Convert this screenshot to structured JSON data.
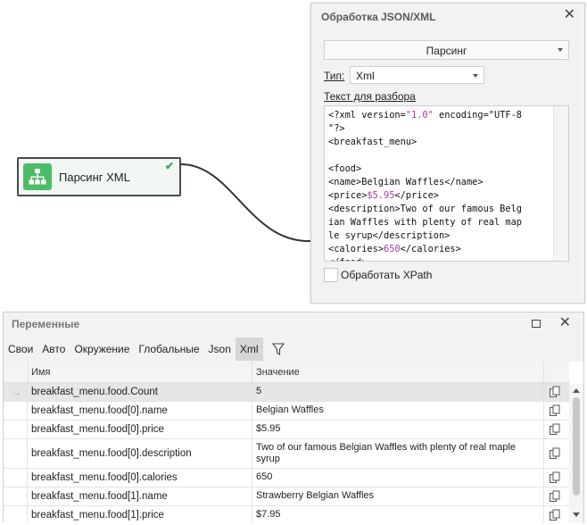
{
  "node": {
    "label": "Парсинг XML",
    "status": "ok"
  },
  "panel": {
    "title": "Обработка JSON/XML",
    "mode": "Парсинг",
    "type_label": "Тип:",
    "type_value": "Xml",
    "text_label": "Текст для разбора",
    "code_lines": [
      "<?xml version=\"1.0\" encoding=\"UTF-8",
      "\"?>",
      "<breakfast_menu>",
      "",
      "<food>",
      "<name>Belgian Waffles</name>",
      "<price>$5.95</price>",
      "<description>Two of our famous Belg",
      "ian Waffles with plenty of real map",
      "le syrup</description>",
      "<calories>650</calories>",
      "</food>"
    ],
    "xpath_label": "Обработать XPath"
  },
  "variables": {
    "title": "Переменные",
    "tabs": [
      "Свои",
      "Авто",
      "Окружение",
      "Глобальные",
      "Json",
      "Xml"
    ],
    "active_tab": "Xml",
    "columns": {
      "name": "Имя",
      "value": "Значение"
    },
    "rows": [
      {
        "name": "breakfast_menu.food.Count",
        "value": "5"
      },
      {
        "name": "breakfast_menu.food[0].name",
        "value": "Belgian Waffles"
      },
      {
        "name": "breakfast_menu.food[0].price",
        "value": "$5.95"
      },
      {
        "name": "breakfast_menu.food[0].description",
        "value": "Two of our famous Belgian Waffles with plenty of real maple syrup"
      },
      {
        "name": "breakfast_menu.food[0].calories",
        "value": "650"
      },
      {
        "name": "breakfast_menu.food[1].name",
        "value": "Strawberry Belgian Waffles"
      },
      {
        "name": "breakfast_menu.food[1].price",
        "value": "$7.95"
      }
    ]
  },
  "colors": {
    "accent_green": "#4cbc66",
    "selected_row": "#e6e6e6",
    "panel_bg": "#f2f2f2"
  }
}
